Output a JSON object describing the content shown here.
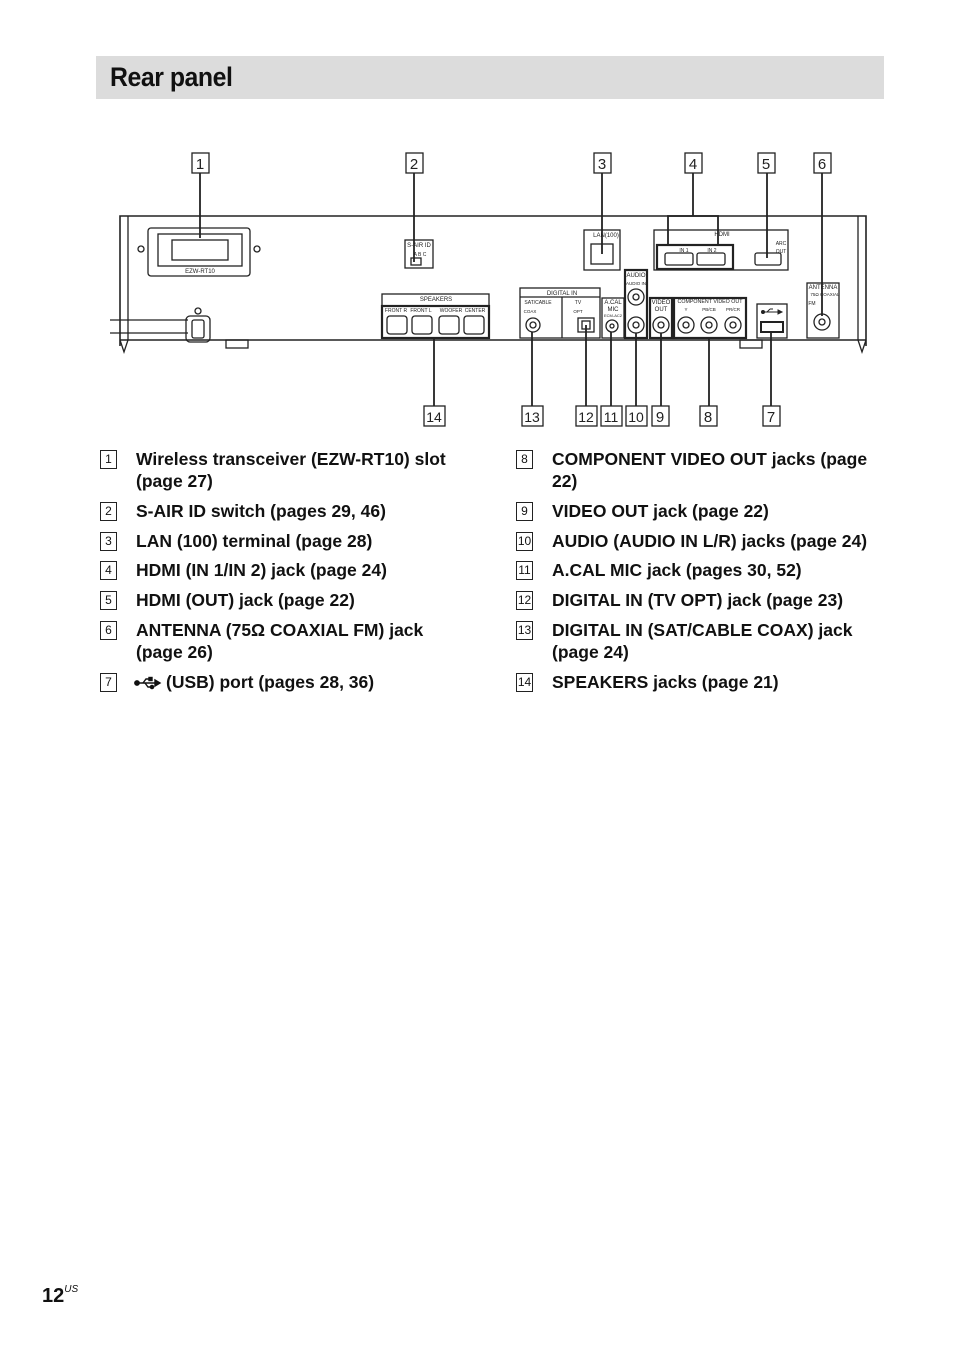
{
  "title": "Rear panel",
  "callouts": [
    "1",
    "2",
    "3",
    "4",
    "5",
    "6",
    "7",
    "8",
    "9",
    "10",
    "11",
    "12",
    "13",
    "14"
  ],
  "panel": {
    "slot": "EZW-RT10",
    "sair": "S-AIR ID",
    "sair_pos": "A B C",
    "lan": "LAN(100)",
    "hdmi": "HDMI",
    "in1": "IN 1",
    "in2": "IN 2",
    "arc": "ARC",
    "out": "OUT",
    "audio": "AUDIO",
    "audio_sub": "AUDIO IN",
    "acal1": "A.CAL",
    "acal2": "MIC",
    "acal_sub": "ECM-AC2",
    "video1": "VIDEO",
    "video2": "OUT",
    "comp": "COMPONENT VIDEO OUT",
    "comp_y": "Y",
    "comp_pb": "PB/CB",
    "comp_pr": "PR/CR",
    "speakers": "SPEAKERS",
    "sp_labels": [
      "FRONT R",
      "FRONT L",
      "WOOFER",
      "CENTER"
    ],
    "digital": "DIGITAL IN",
    "satcable": "SAT/CABLE",
    "tv": "TV",
    "coax": "COAX",
    "opt": "OPT",
    "antenna": "ANTENNA",
    "antenna_sub": "75Ω COAXIAL",
    "fm": "FM"
  },
  "legend": [
    {
      "num": "1",
      "text": "Wireless transceiver (EZW-RT10) slot (page 27)"
    },
    {
      "num": "2",
      "text": "S-AIR ID switch (pages 29, 46)"
    },
    {
      "num": "3",
      "text": "LAN (100) terminal (page 28)"
    },
    {
      "num": "4",
      "text": "HDMI (IN 1/IN 2) jack (page 24)"
    },
    {
      "num": "5",
      "text": "HDMI (OUT) jack (page 22)"
    },
    {
      "num": "6",
      "text": "ANTENNA (75Ω COAXIAL FM) jack (page 26)"
    },
    {
      "num": "7",
      "text": "(USB) port (pages 28, 36)"
    },
    {
      "num": "8",
      "text": "COMPONENT VIDEO OUT jacks (page 22)"
    },
    {
      "num": "9",
      "text": "VIDEO OUT jack (page 22)"
    },
    {
      "num": "10",
      "text": "AUDIO (AUDIO IN L/R) jacks (page 24)"
    },
    {
      "num": "11",
      "text": "A.CAL MIC jack (pages 30, 52)"
    },
    {
      "num": "12",
      "text": "DIGITAL IN (TV OPT) jack (page 23)"
    },
    {
      "num": "13",
      "text": "DIGITAL IN (SAT/CABLE COAX) jack (page 24)"
    },
    {
      "num": "14",
      "text": "SPEAKERS jacks (page 21)"
    }
  ],
  "page": {
    "number": "12",
    "suffix": "US"
  }
}
